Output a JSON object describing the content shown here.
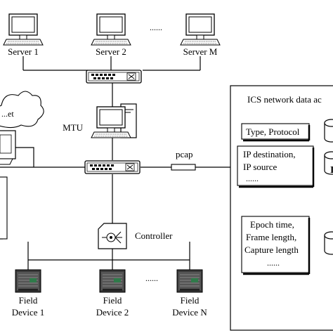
{
  "servers": {
    "labels": [
      "Server 1",
      "Server 2",
      "Server M"
    ],
    "ellipsis": "......"
  },
  "internet": {
    "label": "...et"
  },
  "mtu": {
    "label": "MTU"
  },
  "pcap": {
    "label": "pcap"
  },
  "controller": {
    "label": "Controller"
  },
  "field_devices": {
    "labels": [
      [
        "Field",
        "Device 1"
      ],
      [
        "Field",
        "Device 2"
      ],
      [
        "Field",
        "Device N"
      ]
    ],
    "ellipsis": "......"
  },
  "ics_panel": {
    "title": "ICS network data ac",
    "boxes": [
      {
        "lines": [
          "Type, Protocol"
        ]
      },
      {
        "lines": [
          "IP destination,",
          "IP source",
          "......"
        ]
      },
      {
        "lines": [
          "Epoch time,",
          "Frame length,",
          "Capture length",
          "......"
        ]
      }
    ],
    "db_letter": "I"
  }
}
